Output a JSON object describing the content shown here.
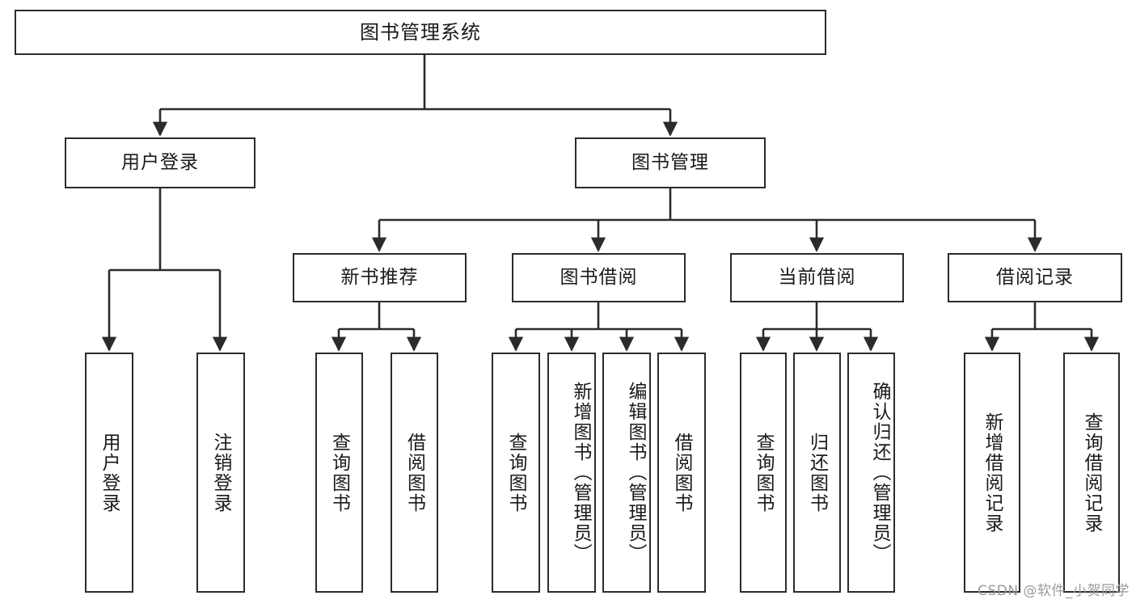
{
  "diagram": {
    "title": "图书管理系统",
    "type": "tree-structure-chart",
    "stroke_color": "#2b2b2b",
    "background_color": "#ffffff",
    "text_color": "#1a1a1a"
  },
  "nodes": {
    "root": {
      "label": "图书管理系统"
    },
    "level2": [
      {
        "label": "用户登录"
      },
      {
        "label": "图书管理"
      }
    ],
    "level3": [
      {
        "label": "新书推荐"
      },
      {
        "label": "图书借阅"
      },
      {
        "label": "当前借阅"
      },
      {
        "label": "借阅记录"
      }
    ],
    "leaves_user_login": [
      {
        "label": "用户登录"
      },
      {
        "label": "注销登录"
      }
    ],
    "leaves_new_book": [
      {
        "label": "查询图书"
      },
      {
        "label": "借阅图书"
      }
    ],
    "leaves_borrow": [
      {
        "label": "查询图书"
      },
      {
        "label": "新增图书（管理员）"
      },
      {
        "label": "编辑图书（管理员）"
      },
      {
        "label": "借阅图书"
      }
    ],
    "leaves_current": [
      {
        "label": "查询图书"
      },
      {
        "label": "归还图书"
      },
      {
        "label": "确认归还（管理员）"
      }
    ],
    "leaves_record": [
      {
        "label": "新增借阅记录"
      },
      {
        "label": "查询借阅记录"
      }
    ]
  },
  "watermark": {
    "text": "CSDN @软件_小贺同学"
  }
}
